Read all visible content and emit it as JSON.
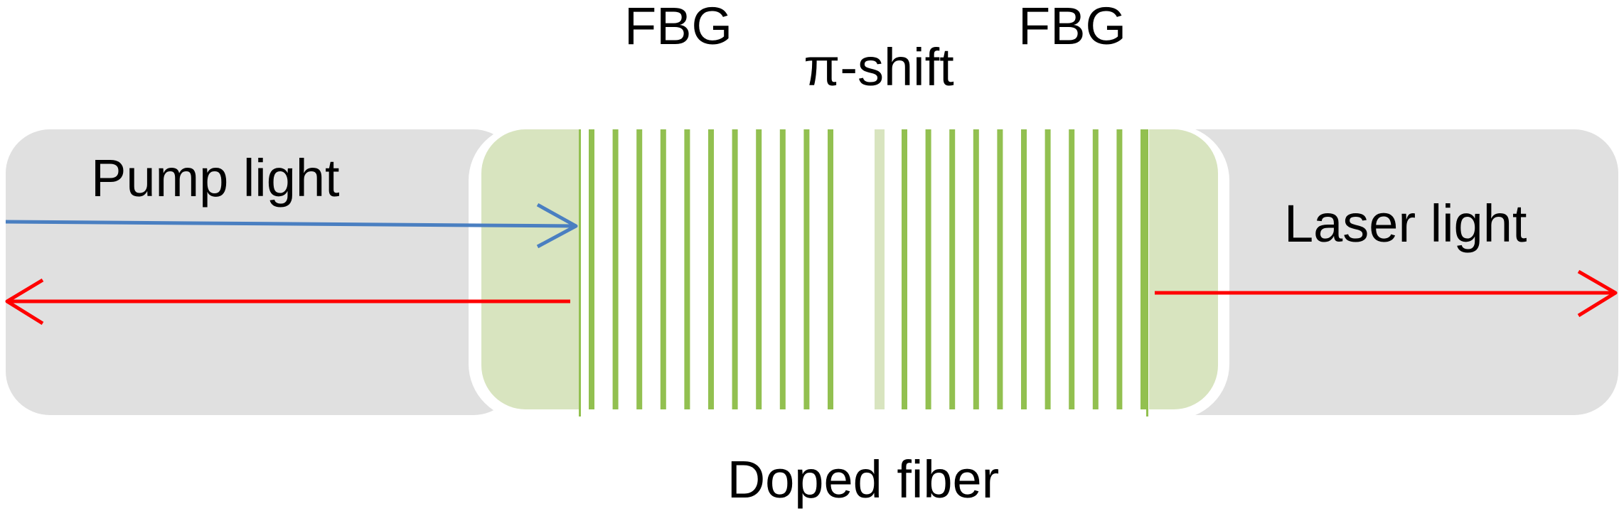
{
  "labels": {
    "fbg_left": "FBG",
    "fbg_right": "FBG",
    "pi_shift": "π-shift",
    "pump_light": "Pump light",
    "laser_light": "Laser light",
    "doped_fiber": "Doped fiber"
  },
  "grating": {
    "left_fbg_lines": 11,
    "right_fbg_lines": 11
  },
  "colors": {
    "fiber_cladding": "#e0e0e0",
    "doped_region": "#d8e4bf",
    "grating_line": "#92c050",
    "pump_arrow": "#4a7fc1",
    "laser_arrow": "#ff0000",
    "separator": "#ffffff"
  }
}
